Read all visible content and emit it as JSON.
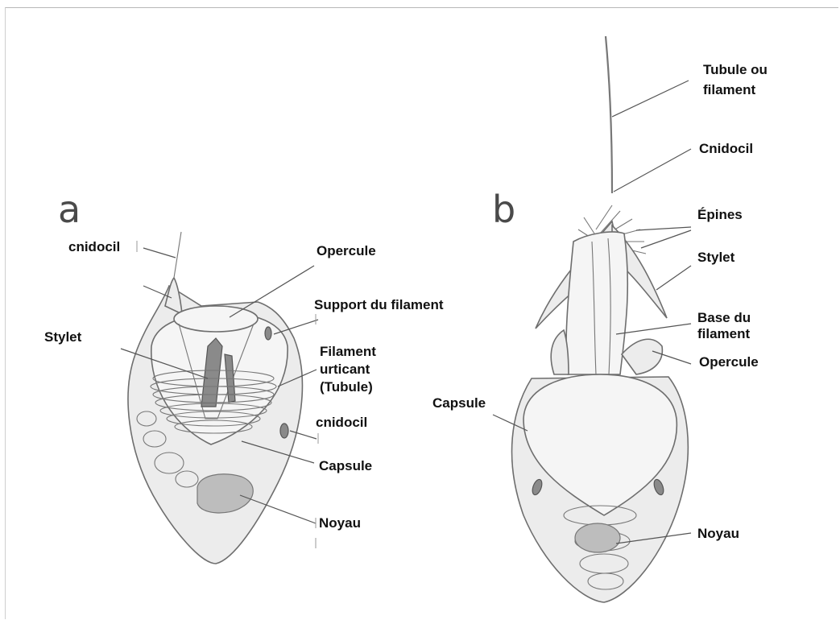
{
  "panel_a": {
    "letter": "a",
    "labels": {
      "cnidocil_top": "cnidocil",
      "opercule": "Opercule",
      "support": "Support du filament",
      "stylet": "Stylet",
      "filament_1": "Filament",
      "filament_2": "urticant",
      "filament_3": "(Tubule)",
      "cnidocil_side": "cnidocil",
      "capsule": "Capsule",
      "noyau": "Noyau"
    }
  },
  "panel_b": {
    "letter": "b",
    "labels": {
      "tubule_1": "Tubule ou",
      "tubule_2": "filament",
      "cnidocil": "Cnidocil",
      "epines": "Épines",
      "stylet": "Stylet",
      "base_1": "Base du",
      "base_2": "filament",
      "opercule": "Opercule",
      "capsule": "Capsule",
      "noyau": "Noyau"
    }
  }
}
